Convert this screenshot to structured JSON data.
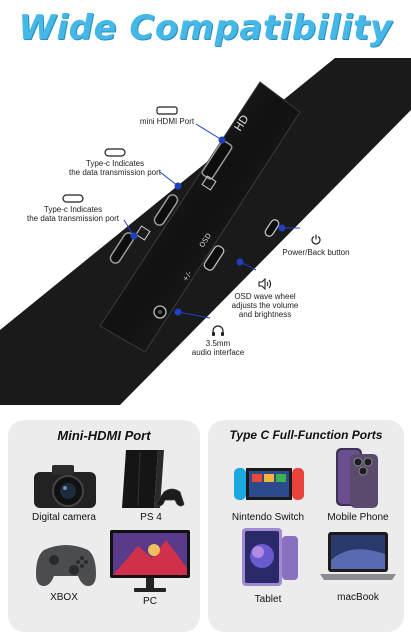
{
  "title": "Wide Compatibility",
  "device": {
    "hd_marking": "HD",
    "osd_marking": "OSD",
    "volume_marking": "+/-"
  },
  "callouts": {
    "mini_hdmi": "mini HDMI Port",
    "typec_data_1": [
      "Type-c Indicates",
      "the data transmission port"
    ],
    "typec_data_2": [
      "Type-c Indicates",
      "the data transmission port"
    ],
    "power_back": "Power/Back button",
    "osd_wheel": [
      "OSD wave wheel",
      "adjusts the volume",
      "and brightness"
    ],
    "audio": [
      "3.5mm",
      "audio interface"
    ]
  },
  "panels": {
    "left": {
      "title": "Mini-HDMI Port",
      "devices": [
        "Digital camera",
        "PS 4",
        "XBOX",
        "PC"
      ]
    },
    "right": {
      "title": "Type C Full-Function Ports",
      "devices": [
        "Nintendo Switch",
        "Mobile Phone",
        "Tablet",
        "macBook"
      ]
    }
  },
  "colors": {
    "title": "#45b8e8",
    "accent": "#1f3fbf",
    "device_body": "#1b1b1b",
    "panel": "#ececec"
  }
}
